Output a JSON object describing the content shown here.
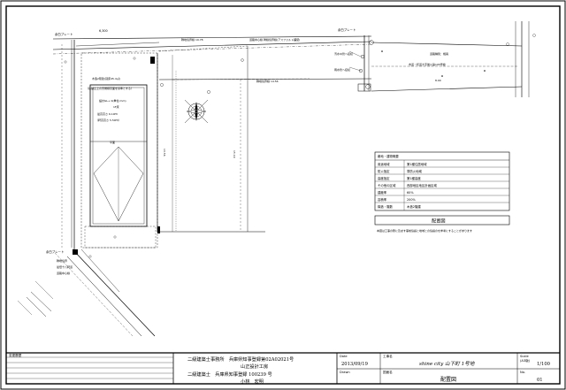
{
  "drawing": {
    "labels": {
      "top_left_corner": "余白ブレート",
      "top_right_corner": "余白ブレート",
      "bottom_left_corner": "余白ブレート",
      "dim_top": "6,300",
      "road_top_a": "隣地境界線  19.78",
      "road_top_b": "道路中心線  幹線境界線(アスファルト舗装)",
      "neighbor_mid": "隣地境界線  14.56",
      "water_meter": "汚水ヰ管へ接続",
      "rain_pipe": "雨水管へ接続",
      "building_note1": "木造2階建(延床45.4㎡)",
      "building_note2": "（基礎立上の天端標高面を基準とする）",
      "design_gl": "設計GL+ 0(単位:mm)",
      "height_1f": "1F床",
      "eave_h": "最高高さ  6.10ｍ",
      "max_h": "（軒高高さ  5.50ｍ）",
      "right_note1": "道路種別：幅員",
      "right_note2": "市道・町道大字後川第195号線",
      "right_dim": "8.00",
      "v_dim_left": "13.56",
      "v_dim_right": "15.10",
      "lot_label": "平面",
      "bottom_note1": "隣地境界",
      "bottom_note2": "最低十八軒道",
      "bottom_note3": "道路中心線"
    },
    "table": {
      "title": "敷地・建物概要",
      "rows": [
        {
          "k": "用途地域",
          "v": "第1種住居地域"
        },
        {
          "k": "防火指定",
          "v": "準防火地域"
        },
        {
          "k": "高度指定",
          "v": "第1種高度"
        },
        {
          "k": "その他の区域",
          "v": "西部地区地区計画区域"
        },
        {
          "k": "建蔽率",
          "v": "60%"
        },
        {
          "k": "容積率",
          "v": "200%"
        },
        {
          "k": "構造・階数",
          "v": "木造2階建"
        }
      ],
      "box_title": "配置図",
      "note": "本図は工事の際に及ぼす事前協議と地域との協議のを参考にすることがあります"
    }
  },
  "titleblock": {
    "remarks_label": "変更履歴",
    "office_line1": "二級建築士事務所　兵庫県知事登録第02A02021号",
    "office_line2": "山正設計工房",
    "architect_line1": "二級建築士　兵庫県知事登録 100239 号",
    "architect_line2": "小林　宏明",
    "date_label": "Date",
    "date_value": "2013/09/19",
    "drawn_label": "Drawn",
    "project_label": "工事名",
    "project_value": "shine city 山下町 1号地",
    "sheet_label": "図面名",
    "sheet_value": "配置図",
    "scale_label": "Scale",
    "scale_a3": "(A3版)",
    "scale_value": "1/100",
    "no_label": "No.",
    "no_value": "01"
  },
  "colors": {
    "ink": "#000000",
    "paper": "#ffffff"
  }
}
